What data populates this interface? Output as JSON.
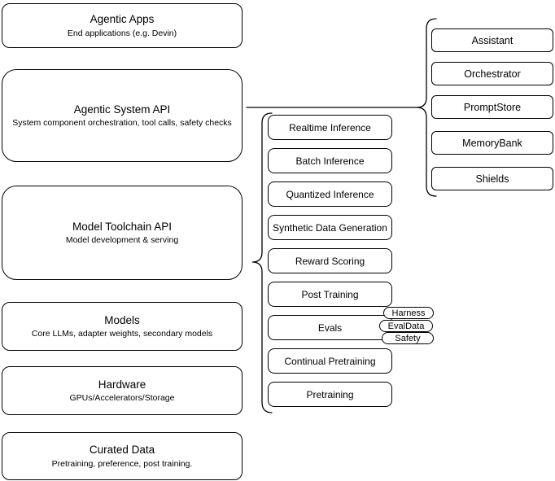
{
  "diagram": {
    "background_color": "#ffffff",
    "stroke_color": "#000000",
    "text_color": "#000000"
  },
  "left_stack": [
    {
      "title": "Agentic Apps",
      "subtitle": "End applications (e.g. Devin)"
    },
    {
      "title": "Agentic System API",
      "subtitle": "System component orchestration, tool calls, safety checks"
    },
    {
      "title": "Model Toolchain API",
      "subtitle": "Model development & serving"
    },
    {
      "title": "Models",
      "subtitle": "Core LLMs, adapter weights, secondary models"
    },
    {
      "title": "Hardware",
      "subtitle": "GPUs/Accelerators/Storage"
    },
    {
      "title": "Curated Data",
      "subtitle": "Pretraining, preference, post training."
    }
  ],
  "toolchain": {
    "items": [
      "Realtime Inference",
      "Batch Inference",
      "Quantized Inference",
      "Synthetic Data Generation",
      "Reward Scoring",
      "Post Training",
      "Evals",
      "Continual Pretraining",
      "Pretraining"
    ]
  },
  "evals_tags": {
    "items": [
      "Harness",
      "EvalData",
      "Safety"
    ]
  },
  "system_components": {
    "items": [
      "Assistant",
      "Orchestrator",
      "PromptStore",
      "MemoryBank",
      "Shields"
    ]
  }
}
